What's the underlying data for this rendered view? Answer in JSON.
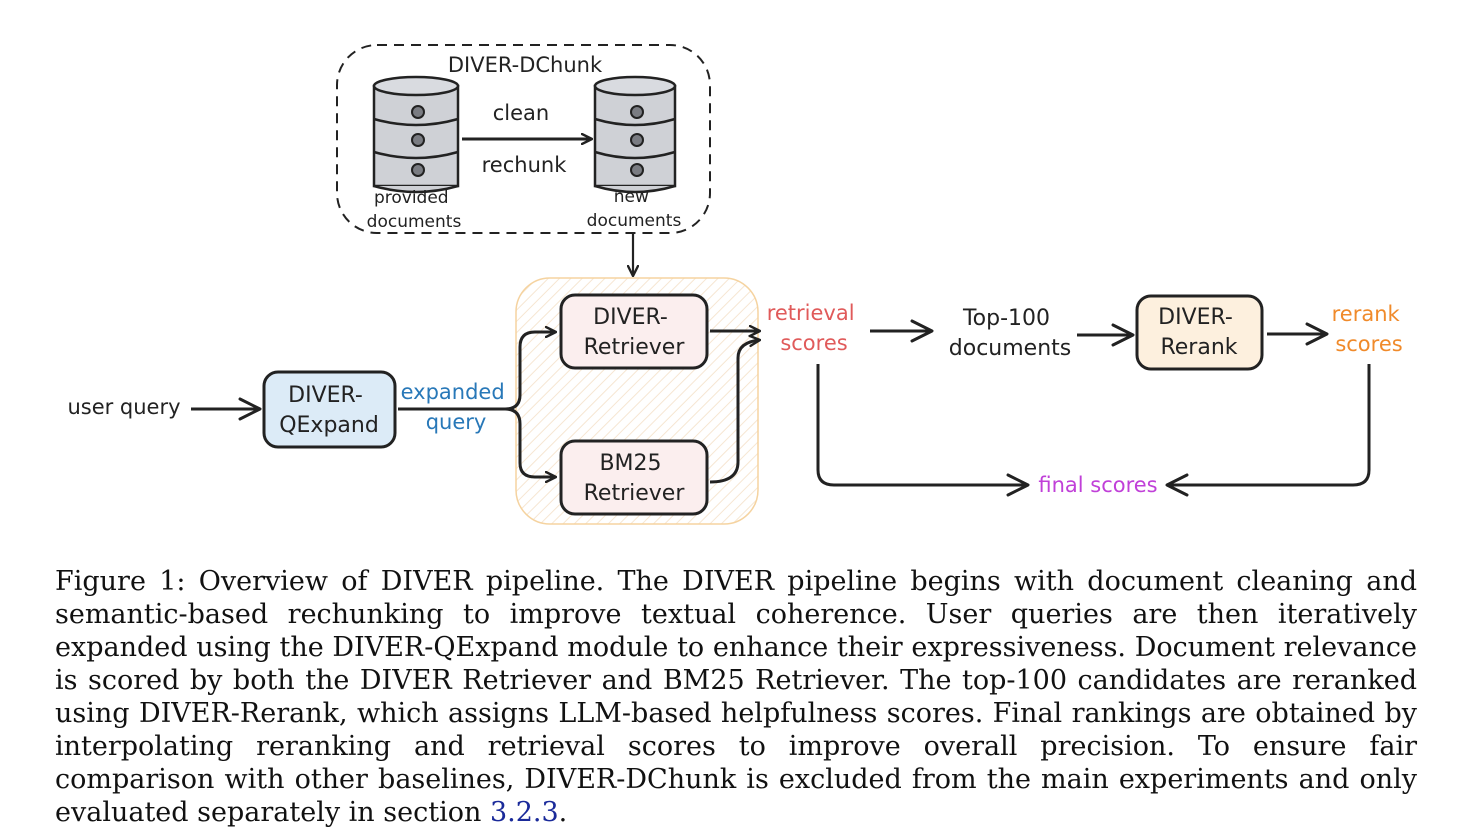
{
  "diagram": {
    "dchunk_title": "DIVER-DChunk",
    "provided_docs": [
      "provided",
      "documents"
    ],
    "new_docs": [
      "new",
      "documents"
    ],
    "clean_label": "clean",
    "rechunk_label": "rechunk",
    "user_query": "user query",
    "qexpand": [
      "DIVER-",
      "QExpand"
    ],
    "expanded_query": [
      "expanded",
      "query"
    ],
    "diver_retriever": [
      "DIVER-",
      "Retriever"
    ],
    "bm25_retriever": [
      "BM25",
      "Retriever"
    ],
    "retrieval_scores": [
      "retrieval",
      "scores"
    ],
    "top100": [
      "Top-100",
      "documents"
    ],
    "rerank": [
      "DIVER-",
      "Rerank"
    ],
    "rerank_scores": [
      "rerank",
      "scores"
    ],
    "final_scores": "final scores"
  },
  "colors": {
    "qexpand_fill": "#dcebf7",
    "retriever_fill": "#fbeeee",
    "rerank_fill": "#fdf0de",
    "blue_text": "#2878b8",
    "red_text": "#e05a5a",
    "orange_text": "#f08a2a",
    "purple_text": "#c040d8",
    "frame_stroke": "#f5d3a0"
  },
  "caption": {
    "text": "Figure 1: Overview of DIVER pipeline. The DIVER pipeline begins with document cleaning and semantic-based rechunking to improve textual coherence. User queries are then iteratively expanded using the DIVER-QExpand module to enhance their expressiveness. Document relevance is scored by both the DIVER Retriever and BM25 Retriever. The top-100 candidates are reranked using DIVER-Rerank, which assigns LLM-based helpfulness scores. Final rankings are obtained by interpolating reranking and retrieval scores to improve overall precision. To ensure fair comparison with other baselines, DIVER-DChunk is excluded from the main experiments and only evaluated separately in section ",
    "ref": "3.2.3",
    "end": "."
  }
}
